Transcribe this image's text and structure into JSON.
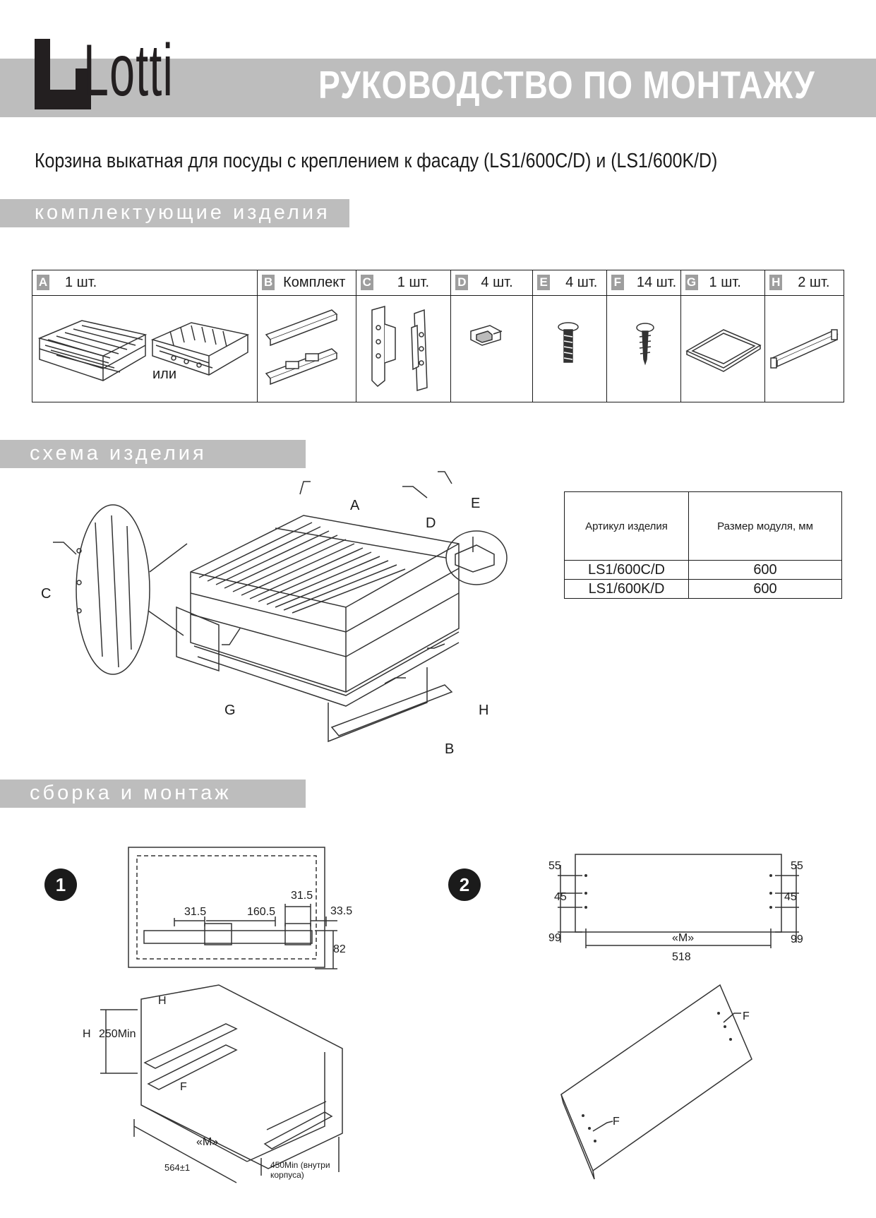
{
  "header": {
    "brand": "Lotti",
    "title": "РУКОВОДСТВО ПО МОНТАЖУ",
    "subtitle": "Корзина выкатная для посуды с креплением к фасаду (LS1/600C/D) и (LS1/600K/D)"
  },
  "sections": {
    "components": "комплектующие изделия",
    "scheme": "схема изделия",
    "assembly": "сборка и монтаж"
  },
  "parts": [
    {
      "letter": "A",
      "qty": "1 шт.",
      "note": "или"
    },
    {
      "letter": "B",
      "qty": "Комплект"
    },
    {
      "letter": "C",
      "qty": "1 шт."
    },
    {
      "letter": "D",
      "qty": "4 шт."
    },
    {
      "letter": "E",
      "qty": "4 шт."
    },
    {
      "letter": "F",
      "qty": "14 шт."
    },
    {
      "letter": "G",
      "qty": "1 шт."
    },
    {
      "letter": "H",
      "qty": "2 шт."
    }
  ],
  "spec_table": {
    "col1": "Артикул изделия",
    "col2": "Размер модуля, мм",
    "rows": [
      {
        "article": "LS1/600C/D",
        "size": "600"
      },
      {
        "article": "LS1/600K/D",
        "size": "600"
      }
    ]
  },
  "scheme_labels": {
    "a": "A",
    "b": "B",
    "c": "C",
    "d": "D",
    "e": "E",
    "g": "G",
    "h": "H"
  },
  "step1": {
    "number": "1",
    "dims": {
      "d1": "31.5",
      "d2": "160.5",
      "d3": "31.5",
      "d4": "33.5",
      "d5": "82"
    },
    "labels": {
      "h": "H",
      "f": "F",
      "hdim": "H",
      "hmin": "250Min",
      "m": "«M»",
      "len": "564±1",
      "depth": "450Min (внутри корпуса)"
    }
  },
  "step2": {
    "number": "2",
    "dims": {
      "l55": "55",
      "r55": "55",
      "l45": "45",
      "r45": "45",
      "l99": "99",
      "r99": "99",
      "m": "«M»",
      "w": "518"
    },
    "labels": {
      "f1": "F",
      "f2": "F"
    }
  }
}
